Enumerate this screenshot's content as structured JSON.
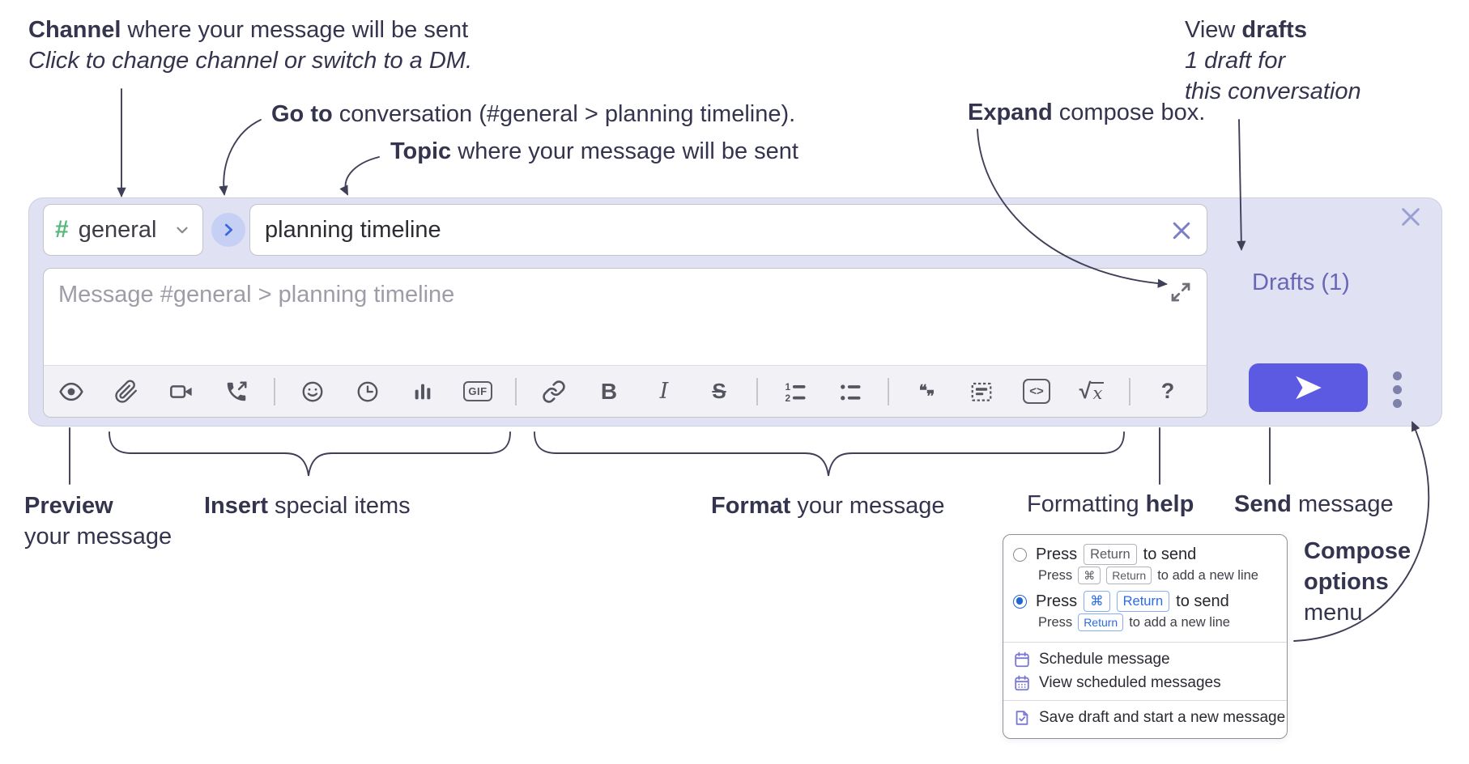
{
  "annotations": {
    "channel": {
      "bold": "Channel",
      "rest": " where your message will be sent",
      "sub": "Click to change channel or switch to a DM."
    },
    "goto": {
      "bold": "Go to",
      "rest": " conversation (#general > planning timeline)."
    },
    "topic": {
      "bold": "Topic",
      "rest": " where your message will be sent"
    },
    "expand": {
      "bold": "Expand",
      "rest": " compose box."
    },
    "view_drafts": {
      "pre": "View ",
      "bold": "drafts",
      "sub1": "1 draft for",
      "sub2": "this conversation"
    },
    "preview": {
      "bold": "Preview",
      "line2": "your message"
    },
    "insert": {
      "bold": "Insert",
      "rest": " special items"
    },
    "format": {
      "bold": "Format",
      "rest": " your message"
    },
    "formatting_help": {
      "pre": "Formatting ",
      "bold": "help"
    },
    "send": {
      "bold": "Send",
      "rest": " message"
    },
    "compose_options": {
      "line1": "Compose",
      "line2": "options",
      "line3": "menu"
    }
  },
  "compose": {
    "channel": {
      "hash": "#",
      "name": "general"
    },
    "topic_value": "planning timeline",
    "message_placeholder": "Message #general > planning timeline",
    "drafts_label": "Drafts (1)"
  },
  "toolbar": {
    "glyphs": {
      "gif": "GIF",
      "bold": "B",
      "italic": "I",
      "strike": "S",
      "quote_open": "❝",
      "quote_close": "❞",
      "code": "<>",
      "root": "√",
      "x": "x",
      "help": "?"
    }
  },
  "popup": {
    "opt1": {
      "lead": "Press",
      "key1": "Return",
      "tail": "to send",
      "sub_lead": "Press",
      "sub_key1": "⌘",
      "sub_key2": "Return",
      "sub_tail": "to add a new line"
    },
    "opt2": {
      "lead": "Press",
      "key1": "⌘",
      "key2": "Return",
      "tail": "to send",
      "sub_lead": "Press",
      "sub_key1": "Return",
      "sub_tail": "to add a new line"
    },
    "items": [
      {
        "label": "Schedule message"
      },
      {
        "label": "View scheduled messages"
      },
      {
        "label": "Save draft and start a new message"
      }
    ]
  },
  "colors": {
    "compose_bg": "#e0e2f3",
    "send_accent": "#5c5ae2",
    "drafts_link": "#6966b8",
    "hash_green": "#57b87b",
    "popup_blue": "#2b6be4",
    "menu_icon_purple": "#7b78d4",
    "annotation_ink": "#34344e",
    "toolbar_icon": "#55555f"
  }
}
